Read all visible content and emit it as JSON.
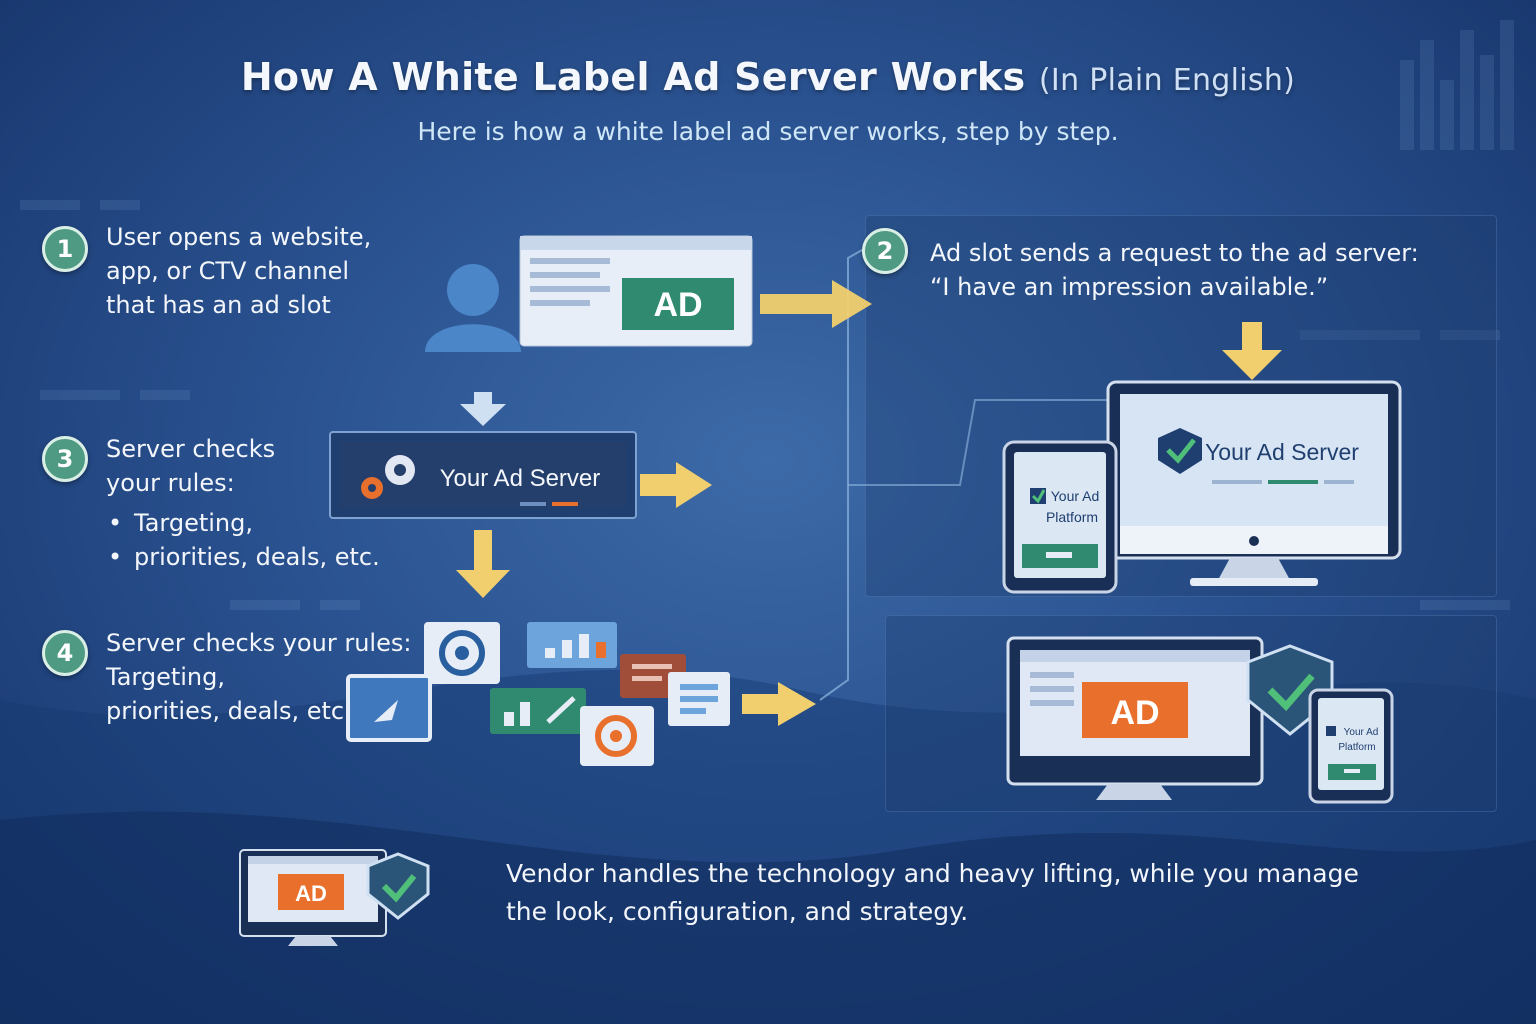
{
  "header": {
    "title": "How A White Label Ad Server Works",
    "title_paren": "(In Plain English)",
    "subtitle": "Here is how a white label ad server works, step by step."
  },
  "steps": [
    {
      "number": "1",
      "lines": [
        "User opens a website,",
        "app, or CTV channel",
        "that has an ad slot"
      ]
    },
    {
      "number": "2",
      "lines": [
        "Ad slot sends a request to the ad server:",
        "“I have an impression available.”"
      ]
    },
    {
      "number": "3",
      "lines": [
        "Server checks",
        "your rules:"
      ],
      "bullets": [
        "Targeting,",
        "priorities, deals, etc."
      ]
    },
    {
      "number": "4",
      "lines": [
        "Server checks your rules:",
        "Targeting,",
        "priorities, deals, etc."
      ]
    }
  ],
  "labels": {
    "ad": "AD",
    "your_ad_server": "Your Ad Server",
    "your_ad": "Your Ad",
    "platform": "Platform"
  },
  "footer": {
    "lines": [
      "Vendor handles the technology and heavy lifting, while you manage",
      "the look, configuration, and strategy."
    ]
  },
  "colors": {
    "step_badge": "#4f9a82",
    "arrow": "#f1cf6e",
    "ad_green": "#2f8a70",
    "ad_orange": "#e96f2c",
    "shield": "#2a5578",
    "check": "#4fbf7a"
  },
  "icons": [
    "user-icon",
    "browser-icon",
    "gear-icon",
    "monitor-icon",
    "tablet-icon",
    "shield-check-icon",
    "target-icon",
    "chart-icon",
    "pointer-icon",
    "document-icon"
  ]
}
